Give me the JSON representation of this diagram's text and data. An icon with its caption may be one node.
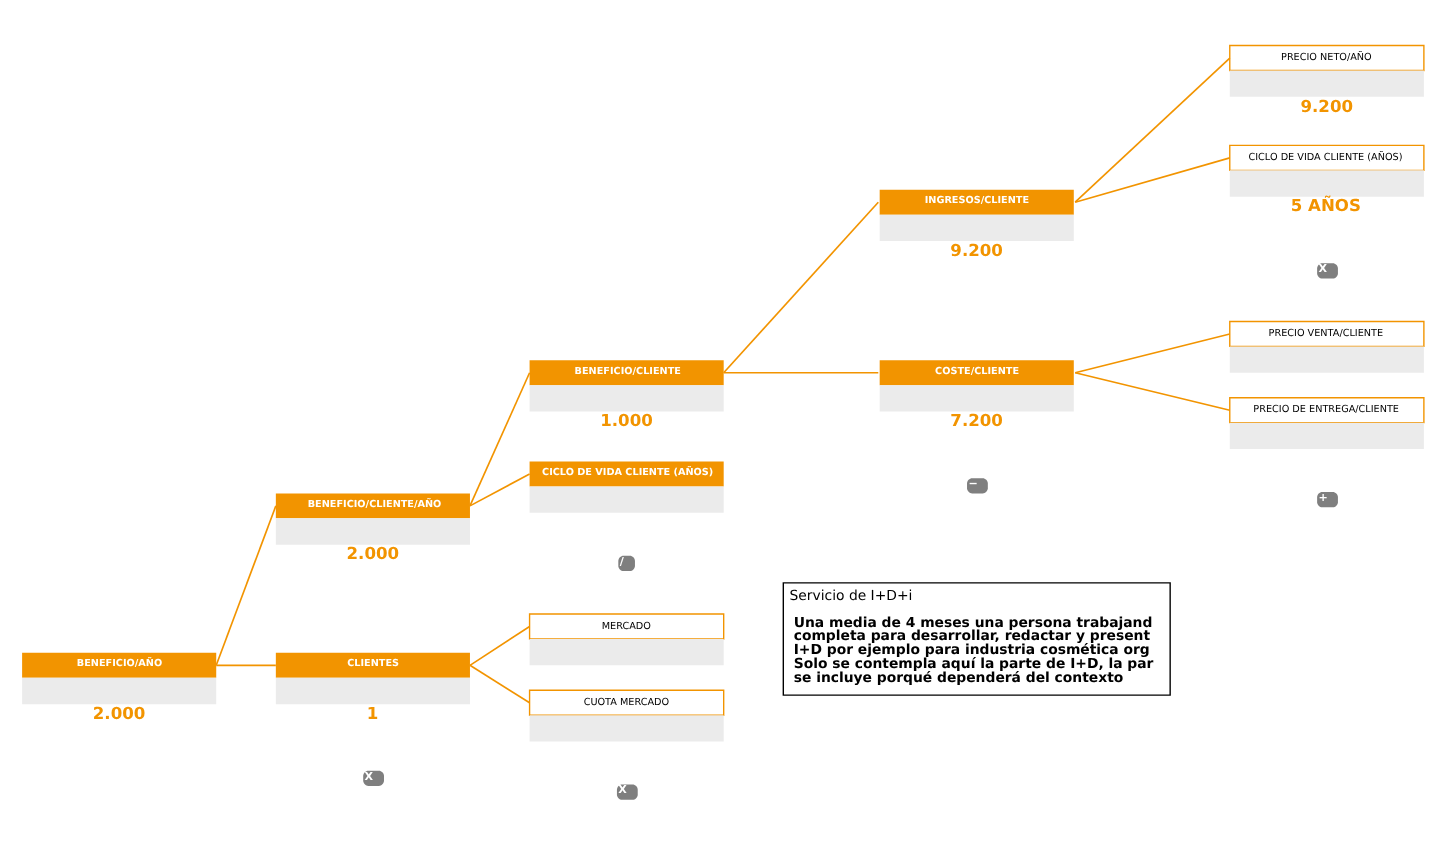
{
  "diagram": {
    "nodes": [
      {
        "text": [
          "BENEFICIO/AÑO"
        ],
        "beside": [
          "2.000"
        ]
      },
      {
        "text": [
          "BENEFICIO/CLIENTE/AÑO"
        ],
        "beside": [
          "2.000"
        ]
      },
      {
        "text": [
          "BENEFICIO/CLIENTE"
        ],
        "beside": [
          "1.000"
        ]
      },
      {
        "text": [
          "INGRESOS/CLIENTE"
        ],
        "beside": [
          "9.200"
        ]
      },
      {
        "text": [
          "PRECIO NETO/AÑO"
        ],
        "beside": [
          "9.200"
        ]
      },
      {
        "text": [
          "CICLO DE VIDA CLIENTE (AÑOS)"
        ],
        "beside": [
          "5 AÑOS"
        ]
      },
      {
        "text": [
          "COSTE/CLIENTE"
        ],
        "beside": [
          "7.200"
        ]
      },
      {
        "text": [
          "PRECIO VENTA/CLIENTE"
        ]
      },
      {
        "text": [
          "PRECIO DE ENTREGA/CLIENTE"
        ]
      },
      {
        "text": [
          "CICLO DE VIDA CLIENTE (AÑOS)"
        ]
      },
      {
        "text": [
          "CLIENTES"
        ],
        "beside": [
          "1"
        ]
      },
      {
        "text": [
          "MERCADO"
        ]
      },
      {
        "text": [
          "CUOTA MERCADO"
        ]
      },
      {
        "text": [
          "Servicio de I+D+i",
          "Una media de 4 meses una persona trabajand completa para desarrollar, redactar y present I+D por ejemplo para industria cosmética org Solo se contempla aquí la parte de I+D, la par se incluye porqué dependerá del contexto"
        ]
      }
    ],
    "edges": [
      {
        "from": 0,
        "to": 1,
        "arrow": "none"
      },
      {
        "from": 0,
        "to": 10,
        "arrow": "none"
      },
      {
        "from": 1,
        "to": 2,
        "arrow": "none"
      },
      {
        "from": 1,
        "to": 9,
        "arrow": "none"
      },
      {
        "from": 2,
        "to": 3,
        "arrow": "none"
      },
      {
        "from": 2,
        "to": 6,
        "arrow": "none"
      },
      {
        "from": 3,
        "to": 4,
        "arrow": "none"
      },
      {
        "from": 3,
        "to": 5,
        "arrow": "none"
      },
      {
        "from": 6,
        "to": 7,
        "arrow": "none"
      },
      {
        "from": 6,
        "to": 8,
        "arrow": "none"
      },
      {
        "from": 10,
        "to": 11,
        "arrow": "none"
      },
      {
        "from": 10,
        "to": 12,
        "arrow": "none"
      }
    ],
    "labels": [
      "X",
      "−",
      "/",
      "+",
      "X",
      "X"
    ]
  }
}
